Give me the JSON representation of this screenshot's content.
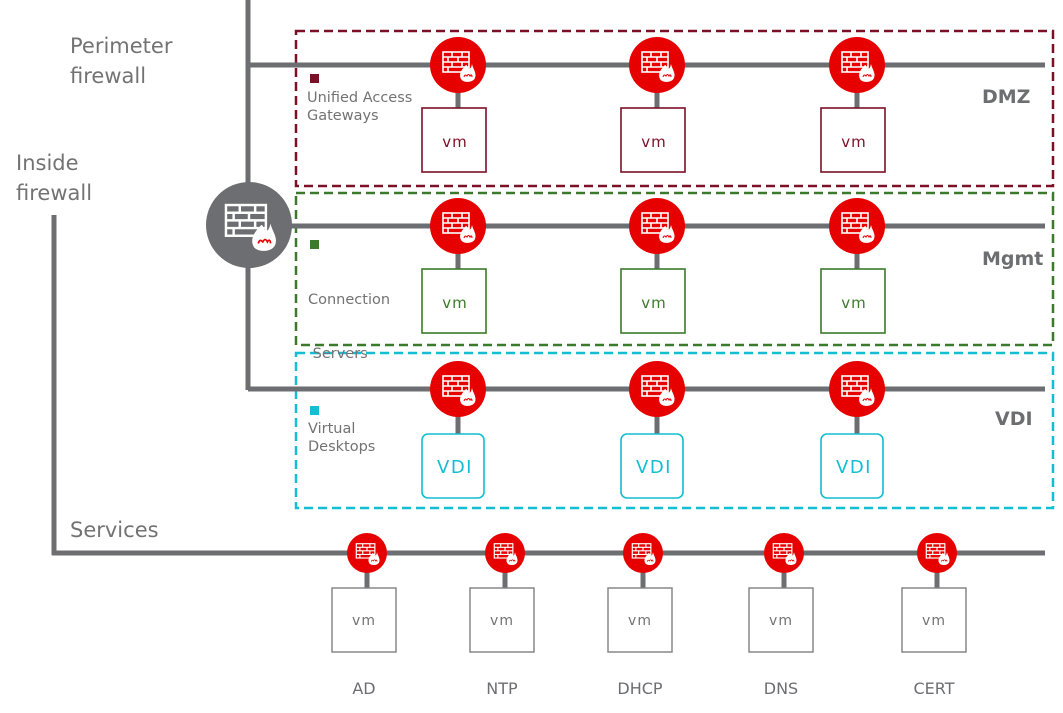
{
  "labels": {
    "perimeter_firewall": [
      "Perimeter",
      "firewall"
    ],
    "inside_firewall": [
      "Inside",
      "firewall"
    ],
    "services": "Services"
  },
  "colors": {
    "wire": "#6d6e71",
    "firewall_red": "#e60000",
    "firewall_grey": "#6d6e71",
    "dmz": "#7b1026",
    "mgmt": "#3b7a2a",
    "vdi": "#13bdd2",
    "service_box": "#808080"
  },
  "zones": [
    {
      "id": "dmz",
      "title": "DMZ",
      "desc": [
        "Unified Access",
        "Gateways"
      ],
      "node_label": "vm",
      "color_key": "dmz",
      "node_count": 3
    },
    {
      "id": "mgmt",
      "title": "Mgmt",
      "desc": [
        "Connection",
        " Servers"
      ],
      "node_label": "vm",
      "color_key": "mgmt",
      "node_count": 3
    },
    {
      "id": "vdi",
      "title": "VDI",
      "desc": [
        "Virtual",
        "Desktops"
      ],
      "node_label": "VDI",
      "color_key": "vdi",
      "node_count": 3
    }
  ],
  "services": [
    {
      "name": "AD",
      "node_label": "vm"
    },
    {
      "name": "NTP",
      "node_label": "vm"
    },
    {
      "name": "DHCP",
      "node_label": "vm"
    },
    {
      "name": "DNS",
      "node_label": "vm"
    },
    {
      "name": "CERT",
      "node_label": "vm"
    }
  ],
  "icons": {
    "zone_firewall": "firewall-icon",
    "inside_firewall": "firewall-icon"
  }
}
